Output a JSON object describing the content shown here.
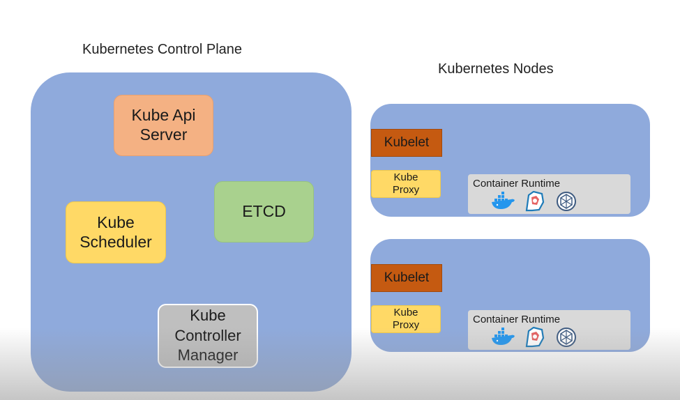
{
  "control_plane": {
    "title": "Kubernetes Control Plane",
    "components": {
      "api_server": "Kube Api\nServer",
      "etcd": "ETCD",
      "scheduler": "Kube\nScheduler",
      "controller_manager": "Kube\nController\nManager"
    }
  },
  "nodes": {
    "title": "Kubernetes Nodes",
    "items": [
      {
        "kubelet": "Kubelet",
        "proxy": "Kube\nProxy",
        "runtime": "Container Runtime",
        "runtime_icons": [
          "docker-icon",
          "rkt-icon",
          "cri-o-icon"
        ]
      },
      {
        "kubelet": "Kubelet",
        "proxy": "Kube\nProxy",
        "runtime": "Container Runtime",
        "runtime_icons": [
          "docker-icon",
          "rkt-icon",
          "cri-o-icon"
        ]
      }
    ]
  },
  "colors": {
    "panel": "#8faadc",
    "api_server": "#f4b183",
    "etcd": "#a9d18e",
    "scheduler": "#ffd966",
    "controller_manager": "#bfbfbf",
    "kubelet": "#c55a11",
    "proxy": "#ffd966",
    "runtime": "#d9d9d9",
    "docker": "#2496ed"
  }
}
